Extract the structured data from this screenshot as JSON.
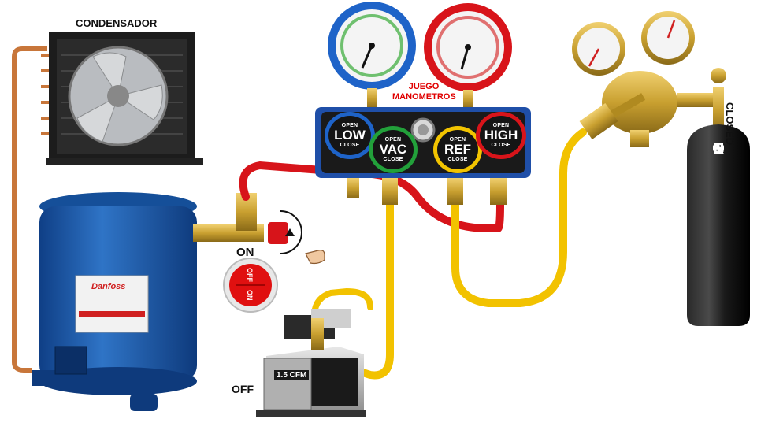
{
  "labels": {
    "condenser": "CONDENSADOR",
    "manifold_title_line1": "JUEGO",
    "manifold_title_line2": "MANOMETROS",
    "closed": "CLOSED",
    "nitrogen_letters": [
      "N",
      "I",
      "T",
      "R",
      "O",
      "G",
      "E",
      "N",
      "O"
    ],
    "valve_on": "ON",
    "pump_off": "OFF",
    "switch_top": "OFF",
    "switch_bottom": "ON",
    "pump_badge": "1.5 CFM",
    "brand": "Danfoss"
  },
  "manifold_knobs": [
    {
      "top": "OPEN",
      "name": "LOW",
      "bottom": "CLOSE",
      "color": "#1e63c8"
    },
    {
      "top": "OPEN",
      "name": "VAC",
      "bottom": "CLOSE",
      "color": "#22a03a"
    },
    {
      "top": "OPEN",
      "name": "REF",
      "bottom": "CLOSE",
      "color": "#f2c400"
    },
    {
      "top": "OPEN",
      "name": "HIGH",
      "bottom": "CLOSE",
      "color": "#d8141a"
    }
  ],
  "colors": {
    "hose_red": "#d7141a",
    "hose_yellow": "#f2c200",
    "compressor_blue": "#1d5fae",
    "manifold_blue": "#1f4fa8",
    "low_gauge_ring": "#1e63c8",
    "high_gauge_ring": "#d8141a",
    "copper": "#c8763a",
    "brass": "#c9a030"
  }
}
